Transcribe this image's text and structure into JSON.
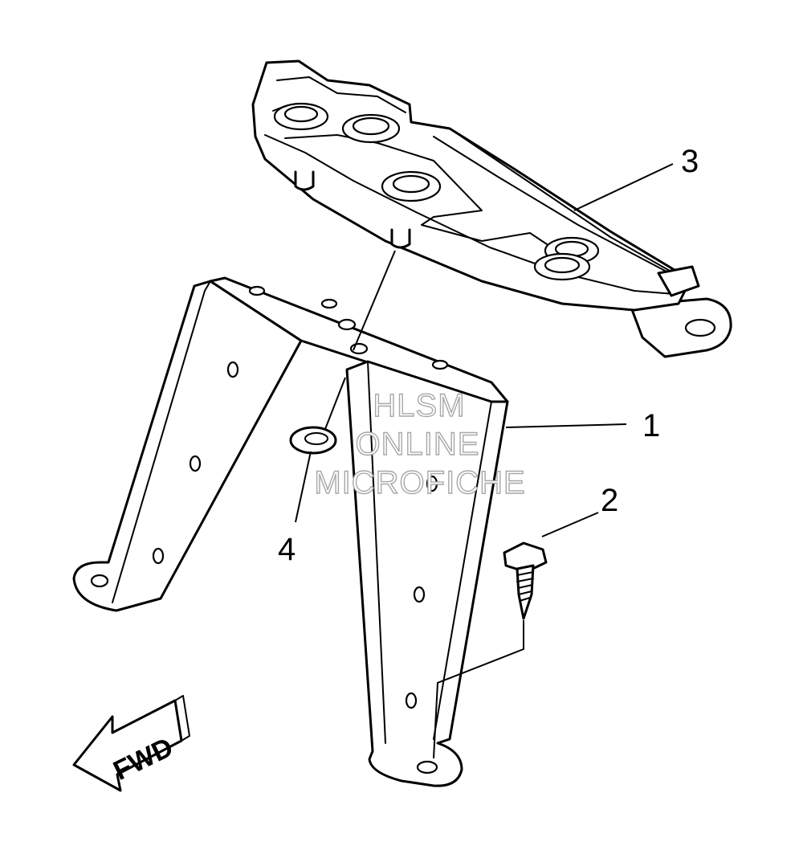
{
  "callouts": {
    "c1": "1",
    "c2": "2",
    "c3": "3",
    "c4": "4"
  },
  "watermark": {
    "line1": "HLSM",
    "line2": "ONLINE",
    "line3": "MICROFICHE"
  },
  "direction_arrow": {
    "label": "FWD"
  },
  "colors": {
    "line": "#000000",
    "background": "#ffffff",
    "watermark_outline": "#a8a8a8"
  }
}
